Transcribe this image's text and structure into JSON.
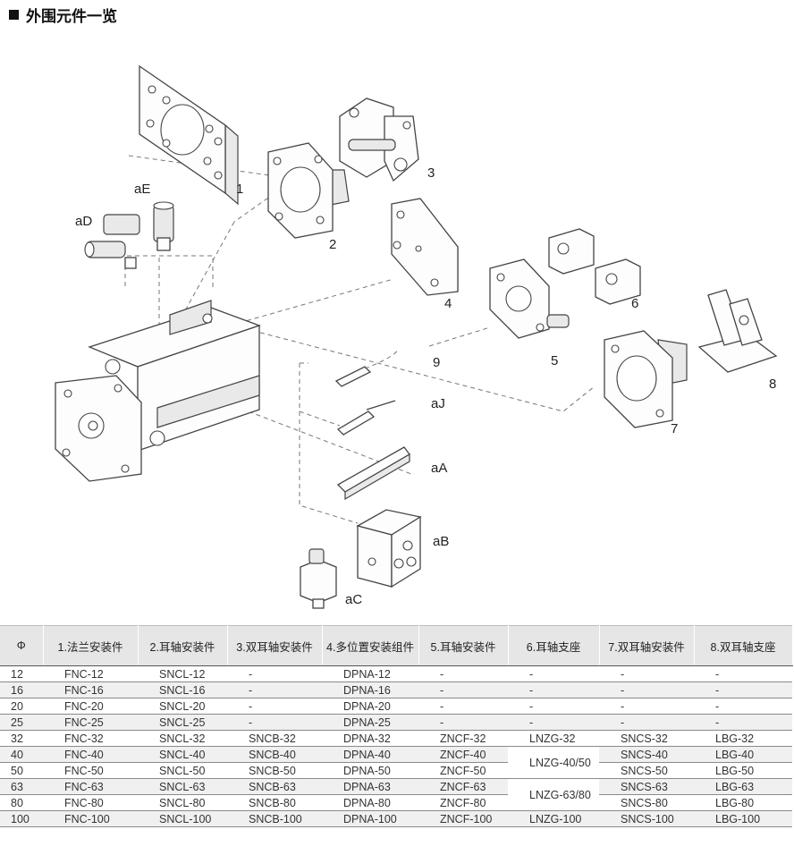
{
  "heading": "外围元件一览",
  "callouts": {
    "c1": "1",
    "c2": "2",
    "c3": "3",
    "c4": "4",
    "c5": "5",
    "c6": "6",
    "c7": "7",
    "c8": "8",
    "c9": "9",
    "aD": "aD",
    "aE": "aE",
    "aJ": "aJ",
    "aA": "aA",
    "aB": "aB",
    "aC": "aC"
  },
  "table": {
    "headers": [
      "Φ",
      "1.法兰安装件",
      "2.耳轴安装件",
      "3.双耳轴安装件",
      "4.多位置安装组件",
      "5.耳轴安装件",
      "6.耳轴支座",
      "7.双耳轴安装件",
      "8.双耳轴支座"
    ],
    "rows": [
      [
        "12",
        "FNC-12",
        "SNCL-12",
        "-",
        "DPNA-12",
        "-",
        "-",
        "-",
        "-"
      ],
      [
        "16",
        "FNC-16",
        "SNCL-16",
        "-",
        "DPNA-16",
        "-",
        "-",
        "-",
        "-"
      ],
      [
        "20",
        "FNC-20",
        "SNCL-20",
        "-",
        "DPNA-20",
        "-",
        "-",
        "-",
        "-"
      ],
      [
        "25",
        "FNC-25",
        "SNCL-25",
        "-",
        "DPNA-25",
        "-",
        "-",
        "-",
        "-"
      ],
      [
        "32",
        "FNC-32",
        "SNCL-32",
        "SNCB-32",
        "DPNA-32",
        "ZNCF-32",
        "LNZG-32",
        "SNCS-32",
        "LBG-32"
      ],
      [
        "40",
        "FNC-40",
        "SNCL-40",
        "SNCB-40",
        "DPNA-40",
        "ZNCF-40",
        "LNZG-40/50",
        "SNCS-40",
        "LBG-40"
      ],
      [
        "50",
        "FNC-50",
        "SNCL-50",
        "SNCB-50",
        "DPNA-50",
        "ZNCF-50",
        null,
        "SNCS-50",
        "LBG-50"
      ],
      [
        "63",
        "FNC-63",
        "SNCL-63",
        "SNCB-63",
        "DPNA-63",
        "ZNCF-63",
        "LNZG-63/80",
        "SNCS-63",
        "LBG-63"
      ],
      [
        "80",
        "FNC-80",
        "SNCL-80",
        "SNCB-80",
        "DPNA-80",
        "ZNCF-80",
        null,
        "SNCS-80",
        "LBG-80"
      ],
      [
        "100",
        "FNC-100",
        "SNCL-100",
        "SNCB-100",
        "DPNA-100",
        "ZNCF-100",
        "LNZG-100",
        "SNCS-100",
        "LBG-100"
      ]
    ]
  }
}
